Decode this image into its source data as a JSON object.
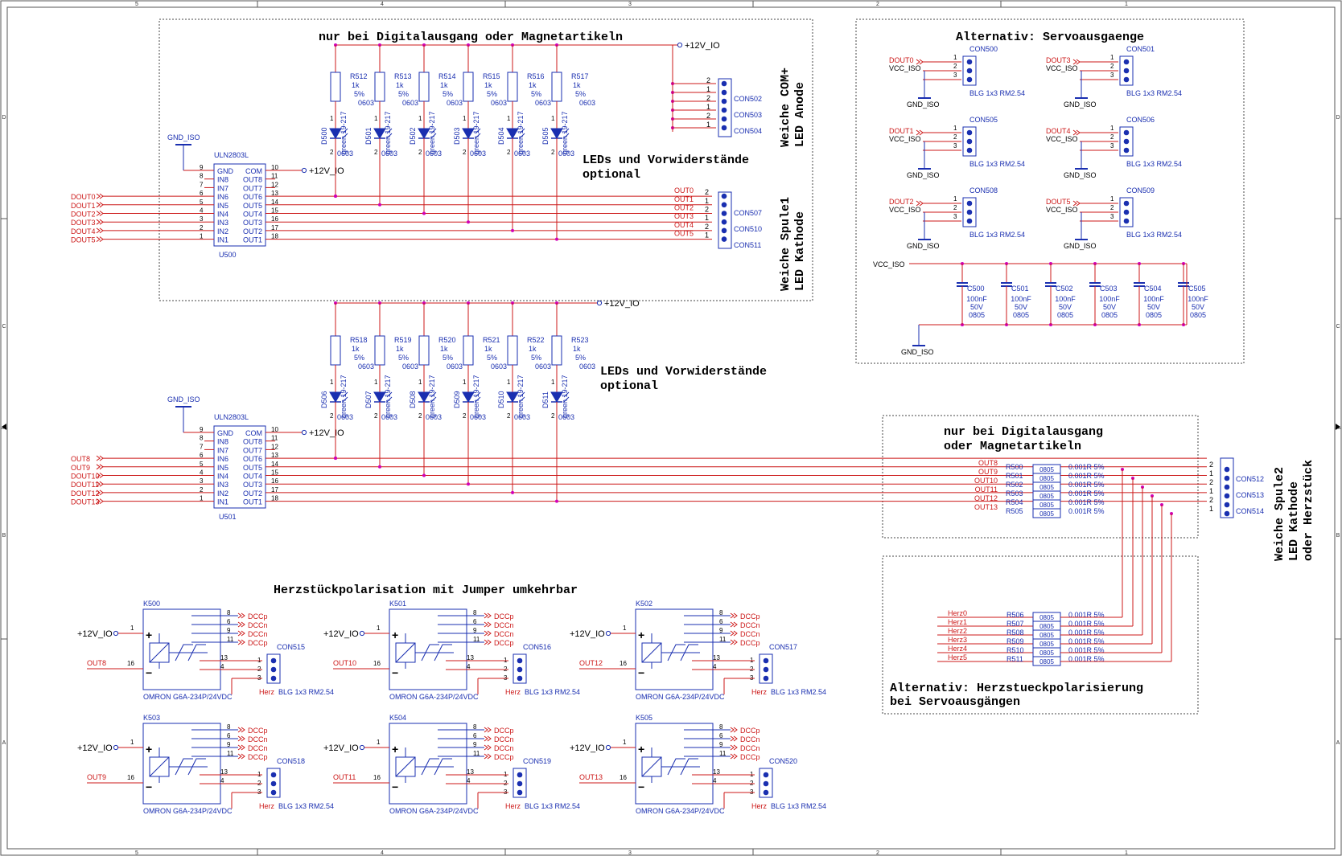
{
  "frame": {
    "cols": [
      "5",
      "4",
      "3",
      "2",
      "1"
    ],
    "rows": [
      "D",
      "C",
      "B",
      "A"
    ]
  },
  "titles": {
    "top_group": "nur bei Digitalausgang oder Magnetartikeln",
    "servo_group": "Alternativ: Servoausgaenge",
    "leds_optional_1": [
      "LEDs und Vorwiderstände",
      "optional"
    ],
    "leds_optional_2": [
      "LEDs und Vorwiderstände",
      "optional"
    ],
    "coil1_label": [
      "Weiche Spule1",
      "LED Kathode"
    ],
    "com_label": [
      "Weiche COM+",
      "LED Anode"
    ],
    "mid_group": [
      "nur bei Digitalausgang",
      "oder Magnetartikeln"
    ],
    "coil2_label": [
      "Weiche Spule2",
      "LED Kathode",
      "oder Herzstück"
    ],
    "relay_title": "Herzstückpolarisation mit Jumper umkehrbar",
    "alt_polar": [
      "Alternativ: Herzstueckpolarisierung",
      "bei Servoausgängen"
    ]
  },
  "nets": {
    "v12": "+12V_IO",
    "gnd_iso": "GND_ISO",
    "vcc_iso": "VCC_ISO"
  },
  "ulns": [
    {
      "ref": "U500",
      "part": "ULN2803L",
      "inputs": [
        "DOUT0",
        "DOUT1",
        "DOUT2",
        "DOUT3",
        "DOUT4",
        "DOUT5"
      ],
      "outputs": [
        "OUT0",
        "OUT1",
        "OUT2",
        "OUT3",
        "OUT4",
        "OUT5"
      ],
      "resistors": [
        "R512",
        "R513",
        "R514",
        "R515",
        "R516",
        "R517"
      ],
      "leds": [
        "D500",
        "D501",
        "D502",
        "D503",
        "D504",
        "D505"
      ],
      "outcon": [
        "CON507",
        "CON510",
        "CON511"
      ],
      "comcon": [
        "CON502",
        "CON503",
        "CON504"
      ]
    },
    {
      "ref": "U501",
      "part": "ULN2803L",
      "inputs": [
        "OUT8",
        "OUT9",
        "DOUT10",
        "DOUT11",
        "DOUT12",
        "DOUT13"
      ],
      "outputs": [],
      "resistors": [
        "R518",
        "R519",
        "R520",
        "R521",
        "R522",
        "R523"
      ],
      "leds": [
        "D506",
        "D507",
        "D508",
        "D509",
        "D510",
        "D511"
      ],
      "outcon": [],
      "comcon": []
    }
  ],
  "uln_pins": {
    "left_names": [
      "GND",
      "IN8",
      "IN7",
      "IN6",
      "IN5",
      "IN4",
      "IN3",
      "IN2",
      "IN1"
    ],
    "left_nums": [
      "9",
      "8",
      "7",
      "6",
      "5",
      "4",
      "3",
      "2",
      "1"
    ],
    "right_names": [
      "COM",
      "OUT8",
      "OUT7",
      "OUT6",
      "OUT5",
      "OUT4",
      "OUT3",
      "OUT2",
      "OUT1"
    ],
    "right_nums": [
      "10",
      "11",
      "12",
      "13",
      "14",
      "15",
      "16",
      "17",
      "18"
    ]
  },
  "res_value": [
    "1k",
    "5%",
    "0603"
  ],
  "led_value": [
    "green 19-217",
    "0603"
  ],
  "pin12": [
    "1",
    "2"
  ],
  "top_outnets": [
    "OUT0",
    "OUT1",
    "OUT2",
    "OUT3",
    "OUT4",
    "OUT5"
  ],
  "top_outpins": [
    "2",
    "1",
    "2",
    "1",
    "2",
    "1"
  ],
  "com_pins": [
    "2",
    "1",
    "2",
    "1",
    "2",
    "1"
  ],
  "servo": [
    {
      "ref": "CON500",
      "net": "DOUT0"
    },
    {
      "ref": "CON501",
      "net": "DOUT3"
    },
    {
      "ref": "CON505",
      "net": "DOUT1"
    },
    {
      "ref": "CON506",
      "net": "DOUT4"
    },
    {
      "ref": "CON508",
      "net": "DOUT2"
    },
    {
      "ref": "CON509",
      "net": "DOUT5"
    }
  ],
  "servo_pins": [
    "1",
    "2",
    "3"
  ],
  "blg": "BLG 1x3 RM2.54",
  "caps": {
    "refs": [
      "C500",
      "C501",
      "C502",
      "C503",
      "C504",
      "C505"
    ],
    "value": [
      "100nF",
      "50V",
      "0805"
    ]
  },
  "mid_rows": [
    {
      "net": "OUT8",
      "r": "R500",
      "pin": "2"
    },
    {
      "net": "OUT9",
      "r": "R501",
      "pin": "1"
    },
    {
      "net": "OUT10",
      "r": "R502",
      "pin": "2"
    },
    {
      "net": "OUT11",
      "r": "R503",
      "pin": "1"
    },
    {
      "net": "OUT12",
      "r": "R504",
      "pin": "2"
    },
    {
      "net": "OUT13",
      "r": "R505",
      "pin": "1"
    }
  ],
  "mid_cons": [
    "CON512",
    "CON513",
    "CON514"
  ],
  "herz_rows": [
    {
      "net": "Herz0",
      "r": "R506"
    },
    {
      "net": "Herz1",
      "r": "R507"
    },
    {
      "net": "Herz2",
      "r": "R508"
    },
    {
      "net": "Herz3",
      "r": "R509"
    },
    {
      "net": "Herz4",
      "r": "R510"
    },
    {
      "net": "Herz5",
      "r": "R511"
    }
  ],
  "res_pkg": "0805",
  "res_small": "0.001R 5%",
  "relays": [
    {
      "ref": "K500",
      "out": "OUT8",
      "con": "CON515"
    },
    {
      "ref": "K501",
      "out": "OUT10",
      "con": "CON516"
    },
    {
      "ref": "K502",
      "out": "OUT12",
      "con": "CON517"
    },
    {
      "ref": "K503",
      "out": "OUT9",
      "con": "CON518"
    },
    {
      "ref": "K504",
      "out": "OUT11",
      "con": "CON519"
    },
    {
      "ref": "K505",
      "out": "OUT13",
      "con": "CON520"
    }
  ],
  "relay_part": "OMRON G6A-234P/24VDC",
  "relay_pins_right": [
    "8",
    "6",
    "9",
    "11"
  ],
  "relay_nets_right": [
    "DCCp",
    "DCCn",
    "DCCn",
    "DCCp"
  ],
  "relay_pins_bottom": [
    "13",
    "4"
  ],
  "relay_pin_in": "1",
  "relay_pin_out": "16",
  "herz_label": "Herz",
  "plus": "+",
  "minus": "−"
}
